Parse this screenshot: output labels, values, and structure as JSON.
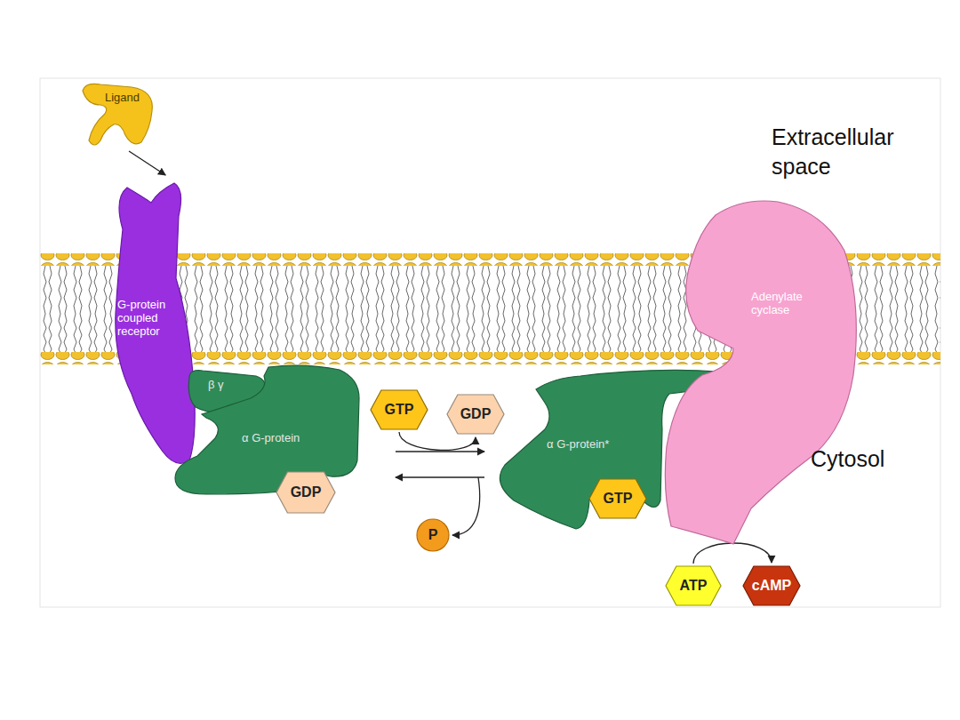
{
  "diagram": {
    "nodes": [
      {
        "text": [
          "Ligand"
        ]
      },
      {
        "text": [
          "G-protein coupled receptor"
        ]
      },
      {
        "text": [
          "β γ"
        ]
      },
      {
        "text": [
          "α G-protein"
        ]
      },
      {
        "text": [
          "GDP"
        ]
      },
      {
        "text": [
          "GTP"
        ]
      },
      {
        "text": [
          "GDP"
        ]
      },
      {
        "text": [
          "P"
        ]
      },
      {
        "text": [
          "α G-protein*"
        ]
      },
      {
        "text": [
          "GTP"
        ]
      },
      {
        "text": [
          "Adenylate cyclase"
        ]
      },
      {
        "text": [
          "ATP"
        ]
      },
      {
        "text": [
          "cAMP"
        ]
      }
    ],
    "edges": [
      {
        "from": 0,
        "to": 1,
        "arrow": "to"
      },
      {
        "from": 5,
        "to": 6,
        "arrow": "to"
      },
      {
        "from": 3,
        "to": 8,
        "arrow": "to"
      },
      {
        "from": 8,
        "to": 3,
        "arrow": "to"
      },
      {
        "from": 8,
        "to": 7,
        "arrow": "to"
      },
      {
        "from": 11,
        "to": 12,
        "arrow": "to"
      }
    ],
    "labels": [
      "Extracellular space",
      "Cytosol"
    ]
  }
}
